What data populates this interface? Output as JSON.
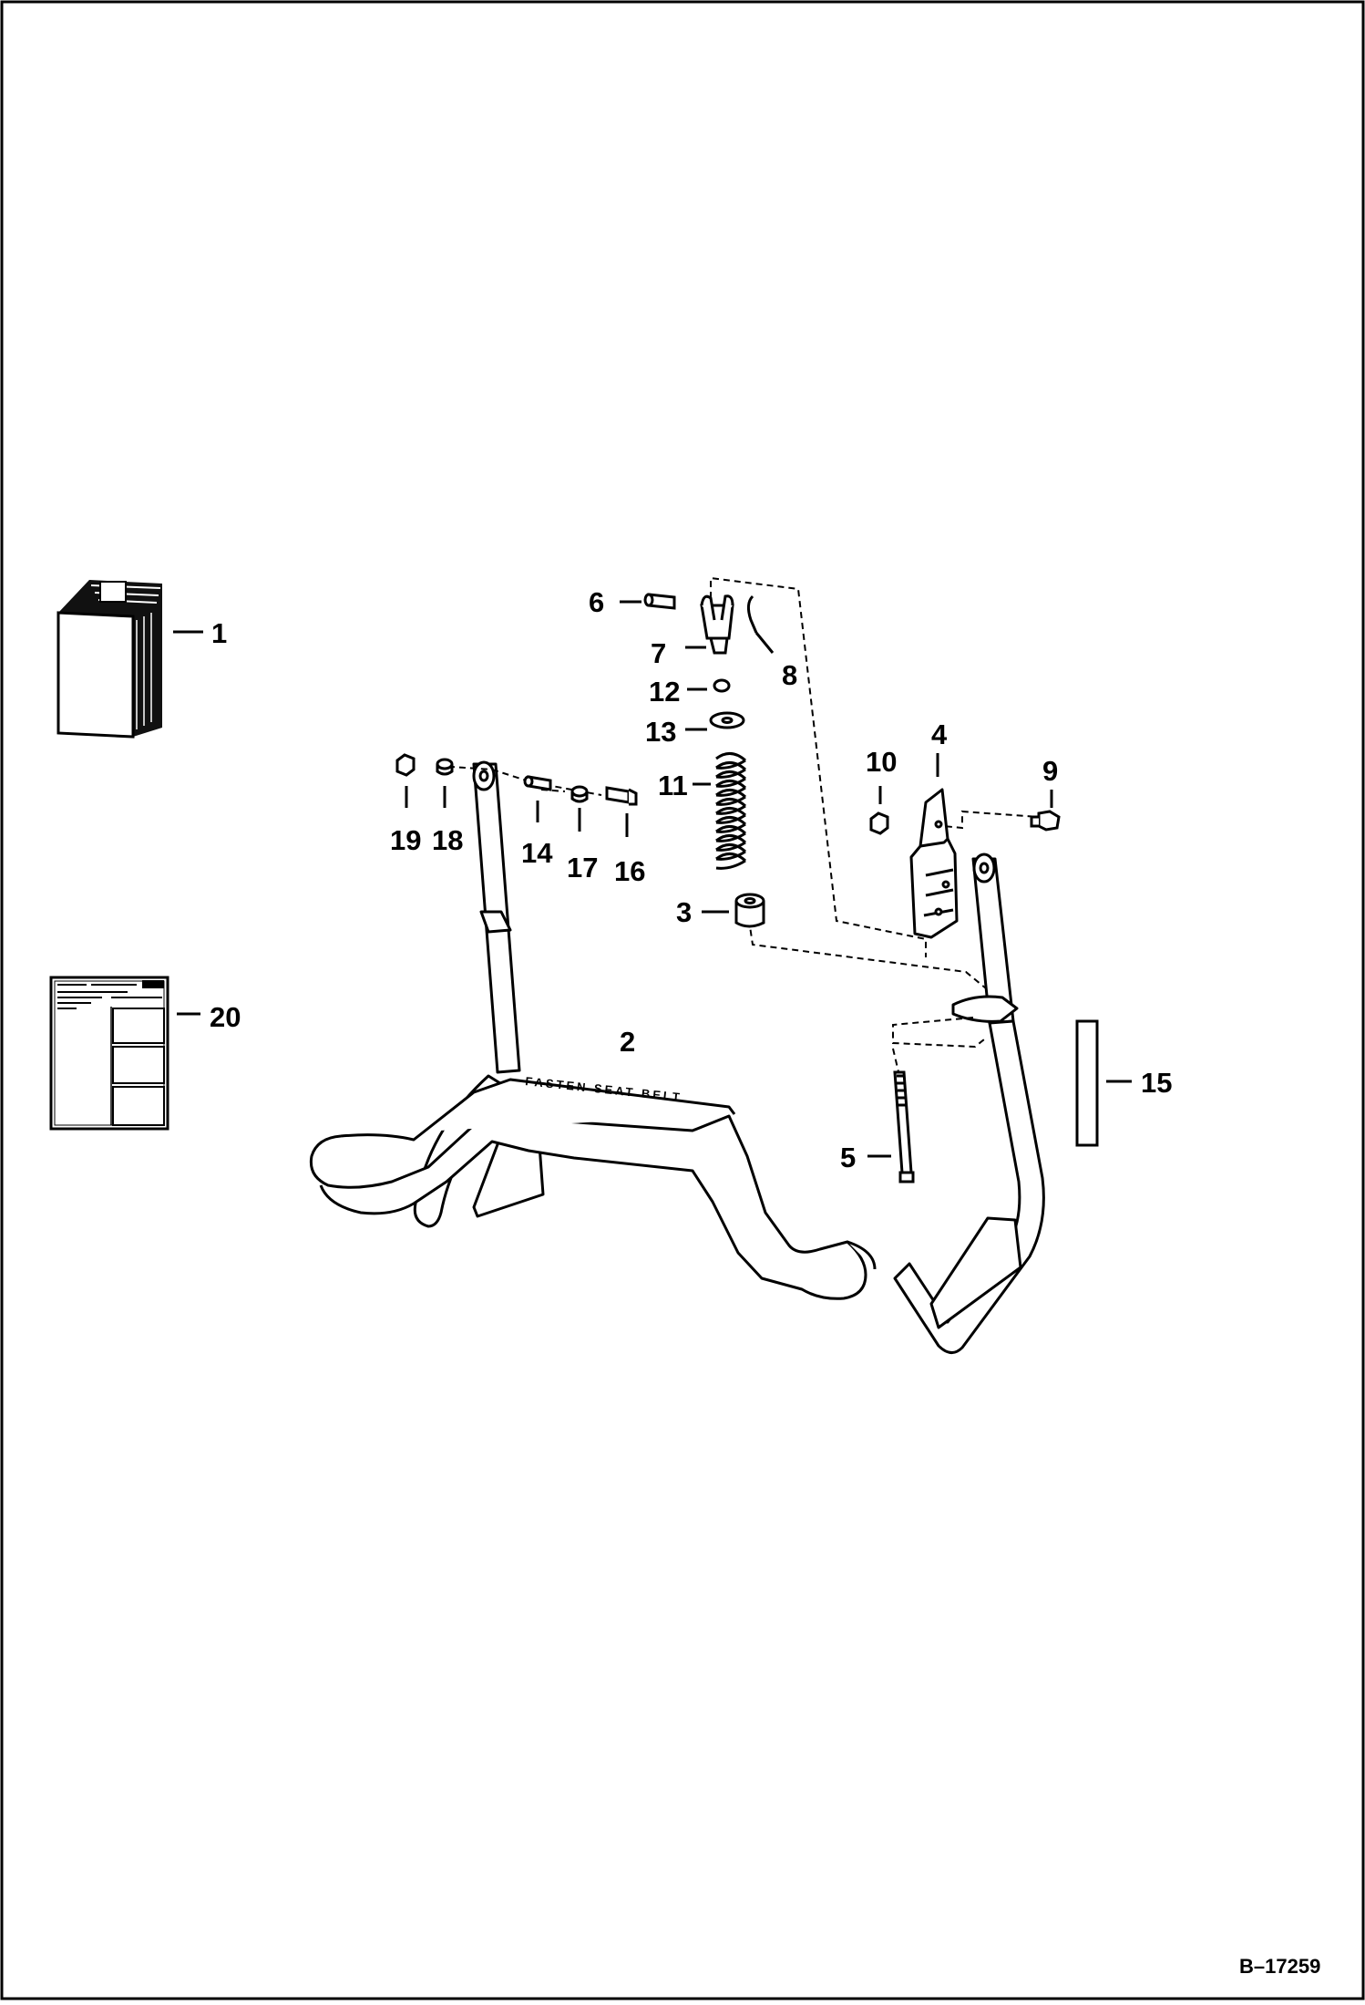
{
  "figure": {
    "id_label": "B–17259",
    "bar_decal_text": "FASTEN SEAT BELT"
  },
  "callouts": [
    {
      "id": "1",
      "text": "1"
    },
    {
      "id": "2",
      "text": "2"
    },
    {
      "id": "3",
      "text": "3"
    },
    {
      "id": "4",
      "text": "4"
    },
    {
      "id": "5",
      "text": "5"
    },
    {
      "id": "6",
      "text": "6"
    },
    {
      "id": "7",
      "text": "7"
    },
    {
      "id": "8",
      "text": "8"
    },
    {
      "id": "9",
      "text": "9"
    },
    {
      "id": "10",
      "text": "10"
    },
    {
      "id": "11",
      "text": "11"
    },
    {
      "id": "12",
      "text": "12"
    },
    {
      "id": "13",
      "text": "13"
    },
    {
      "id": "14",
      "text": "14"
    },
    {
      "id": "15",
      "text": "15"
    },
    {
      "id": "16",
      "text": "16"
    },
    {
      "id": "17",
      "text": "17"
    },
    {
      "id": "18",
      "text": "18"
    },
    {
      "id": "19",
      "text": "19"
    },
    {
      "id": "20",
      "text": "20"
    }
  ],
  "colors": {
    "line": "#000000",
    "background": "#ffffff",
    "panel_shade": "#111111"
  }
}
